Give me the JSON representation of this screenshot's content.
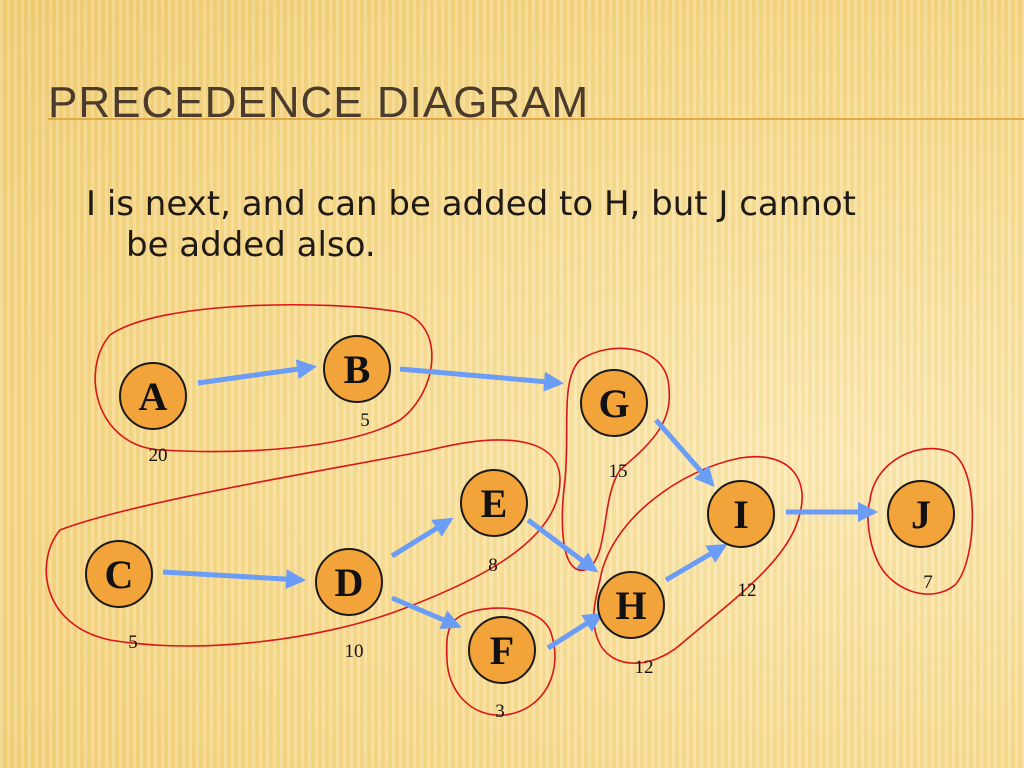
{
  "slide": {
    "title": "Precedence Diagram",
    "text": "I is next, and can be added to H, but J cannot be added also."
  },
  "nodes": [
    {
      "id": "A",
      "duration": "20"
    },
    {
      "id": "B",
      "duration": "5"
    },
    {
      "id": "C",
      "duration": "5"
    },
    {
      "id": "D",
      "duration": "10"
    },
    {
      "id": "E",
      "duration": "8"
    },
    {
      "id": "F",
      "duration": "3"
    },
    {
      "id": "G",
      "duration": "15"
    },
    {
      "id": "H",
      "duration": "12"
    },
    {
      "id": "I",
      "duration": "12"
    },
    {
      "id": "J",
      "duration": "7"
    }
  ],
  "edges": [
    {
      "from": "A",
      "to": "B"
    },
    {
      "from": "B",
      "to": "G"
    },
    {
      "from": "C",
      "to": "D"
    },
    {
      "from": "D",
      "to": "E"
    },
    {
      "from": "D",
      "to": "F"
    },
    {
      "from": "E",
      "to": "H"
    },
    {
      "from": "F",
      "to": "H"
    },
    {
      "from": "G",
      "to": "I"
    },
    {
      "from": "H",
      "to": "I"
    },
    {
      "from": "I",
      "to": "J"
    }
  ],
  "groups": [
    {
      "members": [
        "A",
        "B"
      ]
    },
    {
      "members": [
        "C",
        "D",
        "E"
      ]
    },
    {
      "members": [
        "G"
      ]
    },
    {
      "members": [
        "F"
      ]
    },
    {
      "members": [
        "H",
        "I"
      ]
    },
    {
      "members": [
        "J"
      ]
    }
  ],
  "colors": {
    "node_fill": "#f2a33a",
    "edge": "#6b9cf6",
    "group_outline": "#d9151b",
    "title": "#4a3b2c"
  }
}
